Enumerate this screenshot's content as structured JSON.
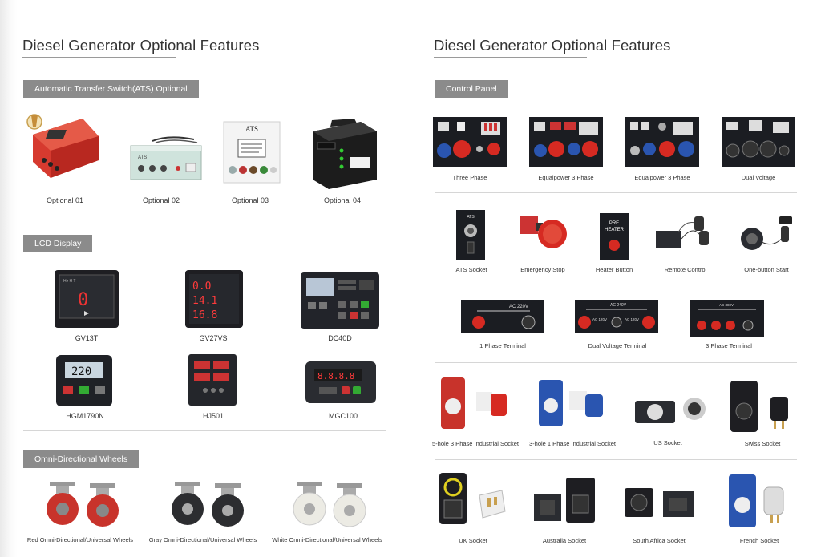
{
  "left": {
    "title": "Diesel Generator Optional Features",
    "sections": {
      "ats": {
        "label": "Automatic Transfer Switch(ATS) Optional",
        "items": [
          "Optional 01",
          "Optional 02",
          "Optional 03",
          "Optional 04"
        ]
      },
      "lcd": {
        "label": "LCD Display",
        "items": [
          "GV13T",
          "GV27VS",
          "DC40D",
          "HGM1790N",
          "HJ501",
          "MGC100"
        ]
      },
      "wheels": {
        "label": "Omni-Directional Wheels",
        "items": [
          "Red Omni-Directional/Universal Wheels",
          "Gray Omni-Directional/Universal Wheels",
          "White Omni-Directional/Universal Wheels"
        ]
      }
    },
    "displays": {
      "gv13t_value": "0",
      "gv27vs_line1": "0.0",
      "gv27vs_line2": "14.1",
      "gv27vs_line3": "16.8",
      "hgm_value": "220",
      "mgc_value": "8.8.8.8",
      "ats03_label": "ATS"
    }
  },
  "right": {
    "title": "Diesel Generator Optional Features",
    "sections": {
      "control_panel": {
        "label": "Control Panel",
        "items": [
          "Three Phase",
          "Equalpower 3 Phase",
          "Equalpower 3 Phase",
          "Dual Voltage"
        ]
      },
      "controls": {
        "items": [
          "ATS Socket",
          "Emergency Stop",
          "Heater Button",
          "Remote Control",
          "One-button Start"
        ]
      },
      "terminals": {
        "items": [
          "1 Phase Terminal",
          "Dual Voltage  Terminal",
          "3 Phase Terminal"
        ]
      },
      "industrial_sockets": {
        "items": [
          "5-hole 3 Phase Industrial Socket",
          "3-hole 1 Phase Industrial Socket",
          "US Socket",
          "Swiss Socket"
        ]
      },
      "intl_sockets": {
        "items": [
          "UK Socket",
          "Australia Socket",
          "South Africa Socket",
          "French Socket"
        ]
      }
    },
    "labels": {
      "ats_socket": "ATS",
      "heater_line1": "PRE",
      "heater_line2": "HEATER",
      "terminal_220": "AC  220V",
      "terminal_240": "AC 240V",
      "terminal_120a": "AC 120V",
      "terminal_120b": "AC 120V",
      "terminal_3ph": "AC 380V"
    }
  },
  "colors": {
    "band": "#8b8b8b",
    "red": "#d62a22",
    "blue": "#1f4fa8",
    "panel": "#1b1d22"
  }
}
